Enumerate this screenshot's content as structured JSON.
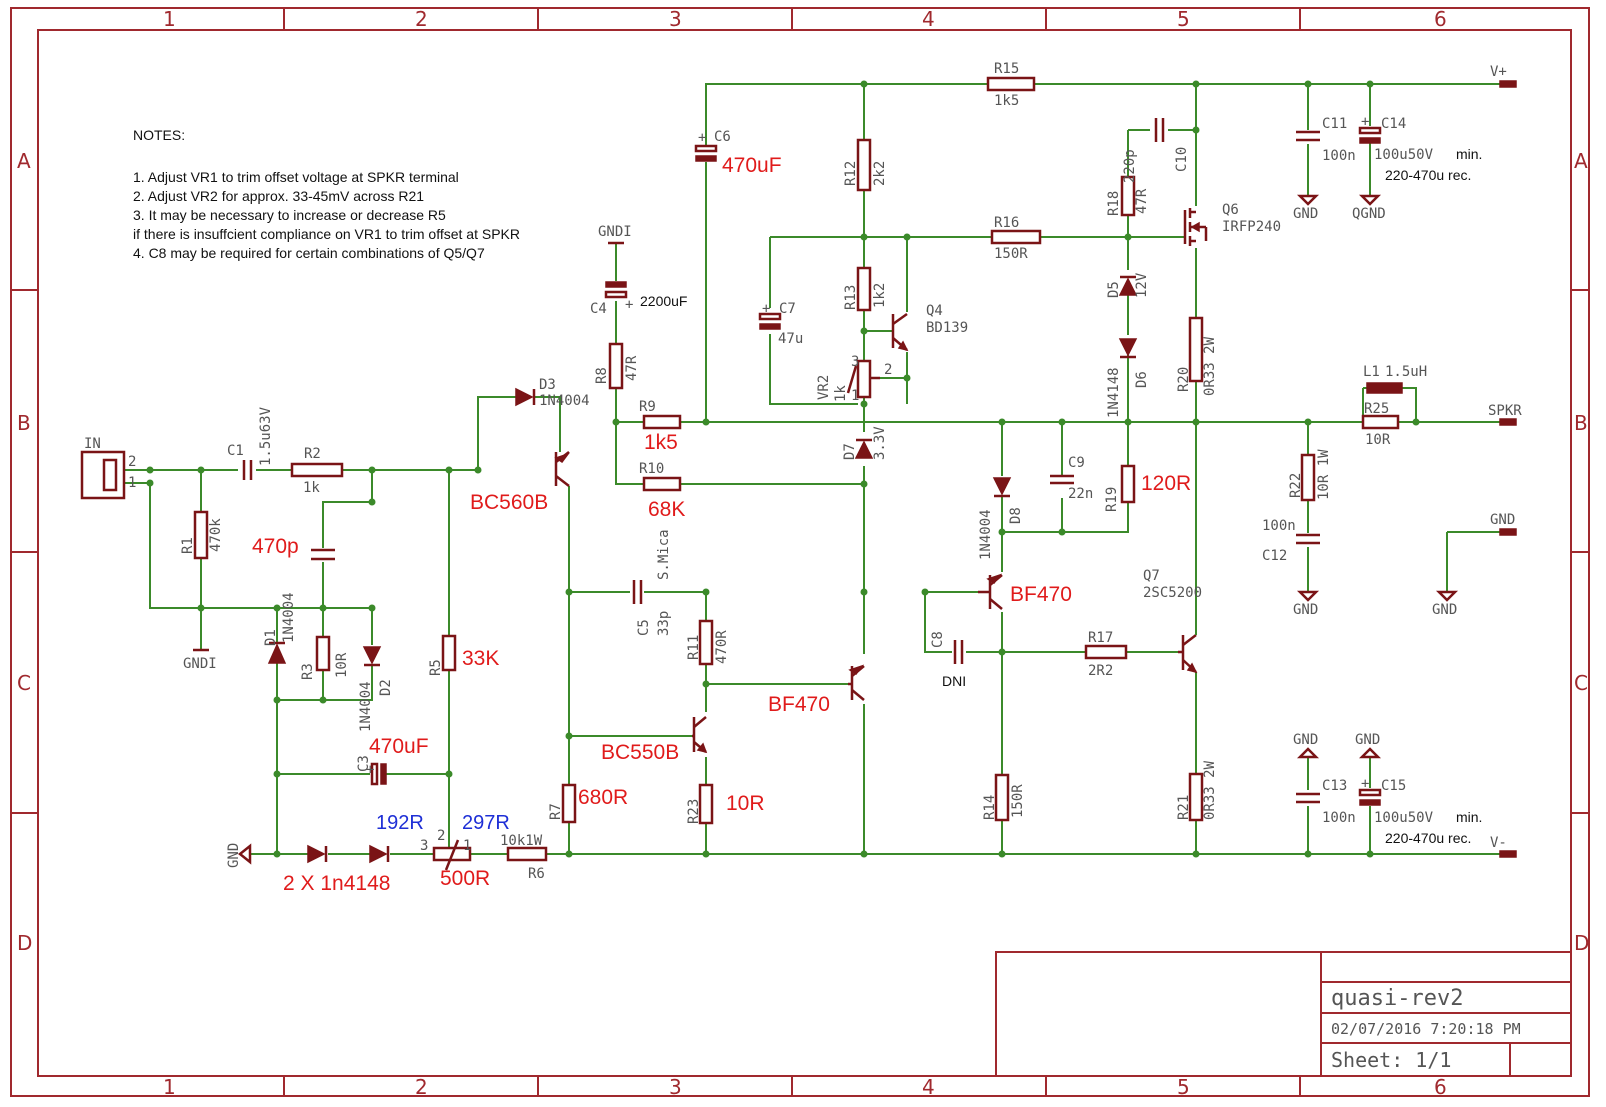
{
  "grid": {
    "columns": [
      "1",
      "2",
      "3",
      "4",
      "5",
      "6"
    ],
    "rows": [
      "A",
      "B",
      "C",
      "D"
    ]
  },
  "notes": [
    "NOTES:",
    "1. Adjust VR1 to trim offset voltage at SPKR terminal",
    "2. Adjust VR2 for approx. 33-45mV across R21",
    "3. It may be necessary to increase or decrease R5",
    "if there is insuffcient compliance on VR1 to trim offset at SPKR",
    "4. C8 may be required for certain combinations of Q5/Q7"
  ],
  "title_block": {
    "title": "quasi-rev2",
    "datetime": "02/07/2016 7:20:18 PM",
    "sheet": "Sheet: 1/1"
  },
  "connectors": {
    "in": "IN",
    "pin2": "2",
    "pin1": "1",
    "vplus": "V+",
    "vminus": "V-",
    "spkr": "SPKR",
    "gnd": "GND"
  },
  "supplies": {
    "gndi": "GNDI",
    "gnd": "GND",
    "qgnd": "QGND"
  },
  "components": {
    "C1": {
      "name": "C1",
      "value": "1.5u63V"
    },
    "R2": {
      "name": "R2",
      "value": "1k"
    },
    "R1": {
      "name": "R1",
      "value": "470k"
    },
    "C470p": {
      "value": "470p"
    },
    "D1": {
      "name": "D1",
      "value": "1N4004"
    },
    "R3": {
      "name": "R3",
      "value": "10R"
    },
    "D2": {
      "name": "D2",
      "value": "1N4004"
    },
    "R5": {
      "name": "R5",
      "value": "33K"
    },
    "C3": {
      "name": "C3",
      "value": "470uF"
    },
    "diodes_pair": "2 X 1n4148",
    "VR1": {
      "value": "500R",
      "pin3": "3",
      "pin2": "2",
      "pin1": "1",
      "left": "192R",
      "right": "297R"
    },
    "R6": {
      "name": "R6",
      "value": "10k1W"
    },
    "D3": {
      "name": "D3",
      "value": "1N4004"
    },
    "Q1": {
      "value": "BC560B"
    },
    "C4": {
      "name": "C4",
      "value": "2200uF"
    },
    "R8": {
      "name": "R8",
      "value": "47R"
    },
    "C6": {
      "name": "C6",
      "value": "470uF"
    },
    "R9": {
      "name": "R9",
      "value": "1k5"
    },
    "R10": {
      "name": "R10",
      "value": "68K"
    },
    "C5": {
      "name": "C5",
      "value": "33p",
      "note": "S.Mica"
    },
    "R7": {
      "name": "R7",
      "value": "680R"
    },
    "R11": {
      "name": "R11",
      "value": "470R"
    },
    "Q2": {
      "value": "BC550B"
    },
    "R23": {
      "name": "R23",
      "value": "10R"
    },
    "Q3": {
      "value": "BF470"
    },
    "R12": {
      "name": "R12",
      "value": "2k2"
    },
    "R13": {
      "name": "R13",
      "value": "1k2"
    },
    "C7": {
      "name": "C7",
      "value": "47u"
    },
    "Q4": {
      "name": "Q4",
      "value": "BD139"
    },
    "VR2": {
      "name": "VR2",
      "value": "1k",
      "pin3": "3",
      "pin2": "2",
      "pin1": "1"
    },
    "D7": {
      "name": "D7",
      "value": "3.3V"
    },
    "R15": {
      "name": "R15",
      "value": "1k5"
    },
    "R16": {
      "name": "R16",
      "value": "150R"
    },
    "R18": {
      "name": "R18",
      "value": "47R"
    },
    "C10": {
      "name": "C10",
      "value": "220p"
    },
    "D5": {
      "name": "D5",
      "value": "12V"
    },
    "D6": {
      "name": "D6",
      "value": "1N4148"
    },
    "Q6": {
      "name": "Q6",
      "value": "IRFP240"
    },
    "R20": {
      "name": "R20",
      "value": "0R33 2W"
    },
    "C9": {
      "name": "C9",
      "value": "22n"
    },
    "R19": {
      "name": "R19",
      "value": "120R"
    },
    "D8": {
      "name": "D8",
      "value": "1N4004"
    },
    "Q5": {
      "value": "BF470"
    },
    "C8": {
      "name": "C8",
      "value": "DNI"
    },
    "R17": {
      "name": "R17",
      "value": "2R2"
    },
    "Q7": {
      "name": "Q7",
      "value": "2SC5200"
    },
    "R14": {
      "name": "R14",
      "value": "150R"
    },
    "R21": {
      "name": "R21",
      "value": "0R33 2W"
    },
    "C11": {
      "name": "C11",
      "value": "100n"
    },
    "C14": {
      "name": "C14",
      "value": "100u50V",
      "min": "min.",
      "rec": "220-470u rec."
    },
    "L1": {
      "name": "L1",
      "value": "1.5uH"
    },
    "R25": {
      "name": "R25",
      "value": "10R"
    },
    "R22": {
      "name": "R22",
      "value": "10R 1W"
    },
    "C12": {
      "name": "C12",
      "value": "100n"
    },
    "C13": {
      "name": "C13",
      "value": "100n"
    },
    "C15": {
      "name": "C15",
      "value": "100u50V",
      "min": "min.",
      "rec": "220-470u rec."
    }
  }
}
